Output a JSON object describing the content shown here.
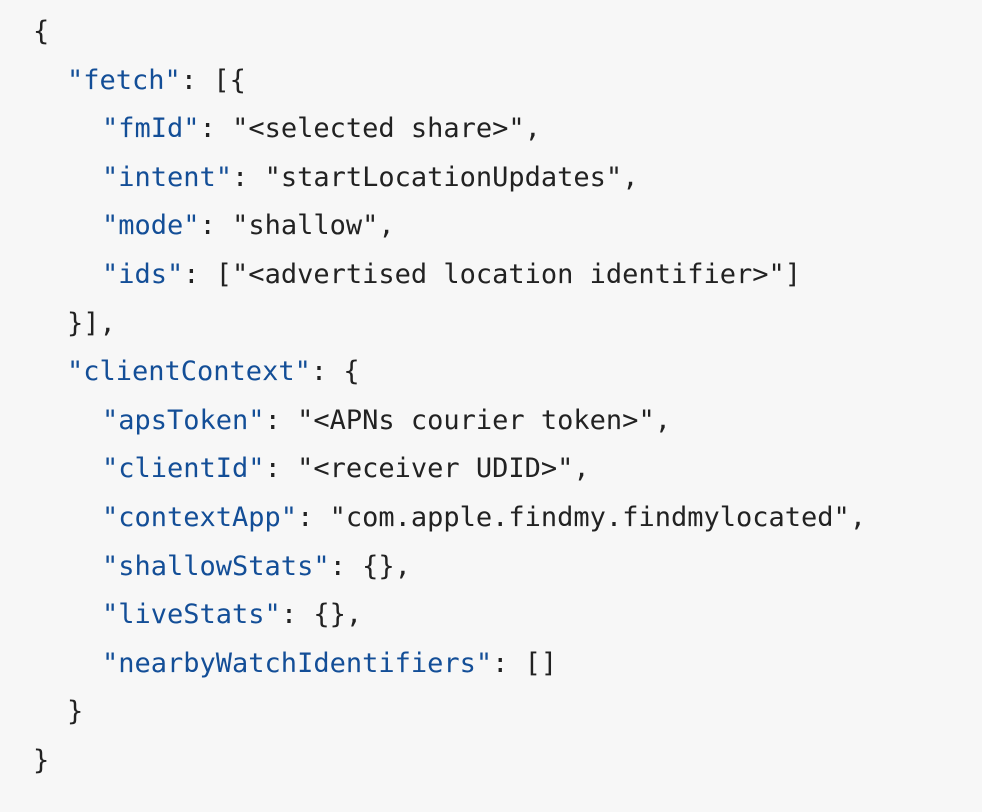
{
  "code": {
    "open_brace": "{",
    "close_brace": "}",
    "fetch": {
      "key": "\"fetch\"",
      "open": ": [{",
      "close": "}],",
      "fields": [
        {
          "key": "\"fmId\"",
          "value": "\"<selected share>\"",
          "trail": ","
        },
        {
          "key": "\"intent\"",
          "value": "\"startLocationUpdates\"",
          "trail": ","
        },
        {
          "key": "\"mode\"",
          "value": "\"shallow\"",
          "trail": ","
        },
        {
          "key": "\"ids\"",
          "value": "[\"<advertised location identifier>\"]",
          "trail": ""
        }
      ]
    },
    "clientContext": {
      "key": "\"clientContext\"",
      "open": ": {",
      "close": "}",
      "fields": [
        {
          "key": "\"apsToken\"",
          "value": "\"<APNs courier token>\"",
          "trail": ","
        },
        {
          "key": "\"clientId\"",
          "value": "\"<receiver UDID>\"",
          "trail": ","
        },
        {
          "key": "\"contextApp\"",
          "value": "\"com.apple.findmy.findmylocated\"",
          "trail": ","
        },
        {
          "key": "\"shallowStats\"",
          "value": "{}",
          "trail": ","
        },
        {
          "key": "\"liveStats\"",
          "value": "{}",
          "trail": ","
        },
        {
          "key": "\"nearbyWatchIdentifiers\"",
          "value": "[]",
          "trail": ""
        }
      ]
    },
    "colors": {
      "background": "#f7f7f7",
      "key": "#134e97",
      "text": "#222222"
    }
  }
}
